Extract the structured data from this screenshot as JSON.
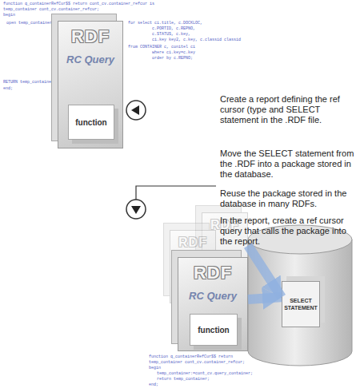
{
  "diagram": {
    "nodes": [
      {
        "text": [
          "RDF",
          "RC Query"
        ]
      },
      {
        "text": [
          "function"
        ],
        "in": 0
      },
      {
        "text": [
          "RDF"
        ]
      },
      {
        "text": [
          "RDF"
        ]
      },
      {
        "text": [
          "RDF",
          "RC Query"
        ]
      },
      {
        "text": [
          "function"
        ],
        "in": 4
      },
      {
        "text": [
          "SELECT STATEMENT"
        ]
      }
    ],
    "edges": [
      {
        "from": 2,
        "to": 6,
        "arrow": "to"
      },
      {
        "from": 4,
        "to": 6,
        "arrow": "to"
      }
    ],
    "labels": [
      "function q_containerRefCur$$ return cont_cv.container_refcur is",
      "temp_container cont_cv.container_refcur;",
      "begin",
      "open temp_container",
      "for select ci.title, c.DOCKLOC,",
      "c.PORTID, c.REPNO,",
      "c.STATUS, c.key,",
      "ci.key key2, c.key, c.classid classid",
      "from CONTAINER c, conitel ci",
      "where ci.key=c.key",
      "order by c.REPNO;",
      "RETURN temp_container;",
      "end;",
      "Create a report defining the ref cursor (type and SELECT statement in the .RDF file.",
      "Move the SELECT statement from the .RDF into a package stored in the database.",
      "Reuse the package stored in the database in many RDFs.",
      "In the report, create a ref cursor query that calls the package into the report.",
      "function q_containerRefCur$$ return",
      "temp_container cont_cv.container_refcur;",
      "begin",
      "temp_container:=cont_cv.query_container;",
      "return temp_container;",
      "end;"
    ]
  }
}
